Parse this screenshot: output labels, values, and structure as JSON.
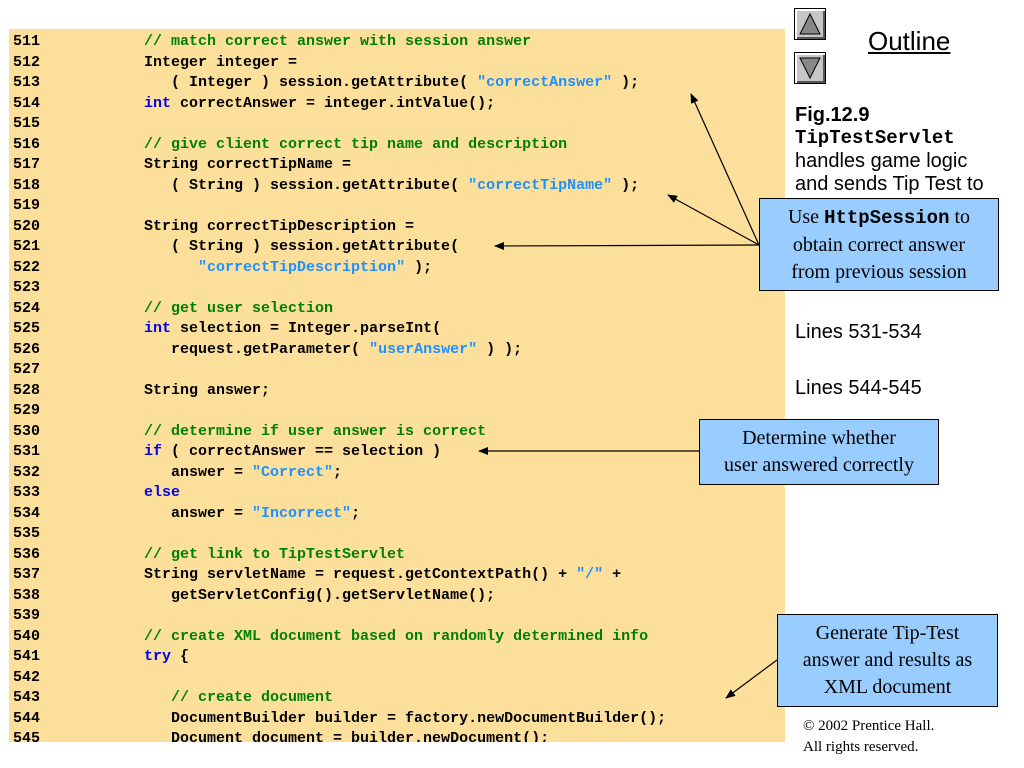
{
  "code_lines": [
    {
      "num": "511",
      "parts": [
        {
          "t": "         "
        },
        {
          "c": "cm",
          "t": "// match correct answer with session answer"
        }
      ]
    },
    {
      "num": "512",
      "parts": [
        {
          "t": "         Integer integer ="
        }
      ]
    },
    {
      "num": "513",
      "parts": [
        {
          "t": "            ( Integer ) session.getAttribute( "
        },
        {
          "c": "st",
          "t": "\"correctAnswer\""
        },
        {
          "t": " );"
        }
      ]
    },
    {
      "num": "514",
      "parts": [
        {
          "t": "         "
        },
        {
          "c": "kw",
          "t": "int"
        },
        {
          "t": " correctAnswer = integer.intValue();"
        }
      ]
    },
    {
      "num": "515",
      "parts": []
    },
    {
      "num": "516",
      "parts": [
        {
          "t": "         "
        },
        {
          "c": "cm",
          "t": "// give client correct tip name and description"
        }
      ]
    },
    {
      "num": "517",
      "parts": [
        {
          "t": "         String correctTipName ="
        }
      ]
    },
    {
      "num": "518",
      "parts": [
        {
          "t": "            ( String ) session.getAttribute( "
        },
        {
          "c": "st",
          "t": "\"correctTipName\""
        },
        {
          "t": " );"
        }
      ]
    },
    {
      "num": "519",
      "parts": []
    },
    {
      "num": "520",
      "parts": [
        {
          "t": "         String correctTipDescription ="
        }
      ]
    },
    {
      "num": "521",
      "parts": [
        {
          "t": "            ( String ) session.getAttribute("
        }
      ]
    },
    {
      "num": "522",
      "parts": [
        {
          "t": "               "
        },
        {
          "c": "st",
          "t": "\"correctTipDescription\""
        },
        {
          "t": " );"
        }
      ]
    },
    {
      "num": "523",
      "parts": []
    },
    {
      "num": "524",
      "parts": [
        {
          "t": "         "
        },
        {
          "c": "cm",
          "t": "// get user selection"
        }
      ]
    },
    {
      "num": "525",
      "parts": [
        {
          "t": "         "
        },
        {
          "c": "kw",
          "t": "int"
        },
        {
          "t": " selection = Integer.parseInt("
        }
      ]
    },
    {
      "num": "526",
      "parts": [
        {
          "t": "            request.getParameter( "
        },
        {
          "c": "st",
          "t": "\"userAnswer\""
        },
        {
          "t": " ) );"
        }
      ]
    },
    {
      "num": "527",
      "parts": []
    },
    {
      "num": "528",
      "parts": [
        {
          "t": "         String answer;"
        }
      ]
    },
    {
      "num": "529",
      "parts": []
    },
    {
      "num": "530",
      "parts": [
        {
          "t": "         "
        },
        {
          "c": "cm",
          "t": "// determine if user answer is correct"
        }
      ]
    },
    {
      "num": "531",
      "parts": [
        {
          "t": "         "
        },
        {
          "c": "kw",
          "t": "if"
        },
        {
          "t": " ( correctAnswer == selection )"
        }
      ]
    },
    {
      "num": "532",
      "parts": [
        {
          "t": "            answer = "
        },
        {
          "c": "st",
          "t": "\"Correct\""
        },
        {
          "t": ";"
        }
      ]
    },
    {
      "num": "533",
      "parts": [
        {
          "t": "         "
        },
        {
          "c": "kw",
          "t": "else"
        }
      ]
    },
    {
      "num": "534",
      "parts": [
        {
          "t": "            answer = "
        },
        {
          "c": "st",
          "t": "\"Incorrect\""
        },
        {
          "t": ";"
        }
      ]
    },
    {
      "num": "535",
      "parts": []
    },
    {
      "num": "536",
      "parts": [
        {
          "t": "         "
        },
        {
          "c": "cm",
          "t": "// get link to TipTestServlet"
        }
      ]
    },
    {
      "num": "537",
      "parts": [
        {
          "t": "         String servletName = request.getContextPath() + "
        },
        {
          "c": "st",
          "t": "\"/\""
        },
        {
          "t": " +"
        }
      ]
    },
    {
      "num": "538",
      "parts": [
        {
          "t": "            getServletConfig().getServletName();"
        }
      ]
    },
    {
      "num": "539",
      "parts": []
    },
    {
      "num": "540",
      "parts": [
        {
          "t": "         "
        },
        {
          "c": "cm",
          "t": "// create XML document based on randomly determined info"
        }
      ]
    },
    {
      "num": "541",
      "parts": [
        {
          "t": "         "
        },
        {
          "c": "kw",
          "t": "try"
        },
        {
          "t": " {"
        }
      ]
    },
    {
      "num": "542",
      "parts": []
    },
    {
      "num": "543",
      "parts": [
        {
          "t": "            "
        },
        {
          "c": "cm",
          "t": "// create document"
        }
      ]
    },
    {
      "num": "544",
      "parts": [
        {
          "t": "            DocumentBuilder builder = factory.newDocumentBuilder();"
        }
      ]
    },
    {
      "num": "545",
      "parts": [
        {
          "t": "            Document document = builder.newDocument();"
        }
      ]
    }
  ],
  "sidebar": {
    "outline_title": "Outline",
    "nav_up_icon": "triangle-up-icon",
    "nav_down_icon": "triangle-down-icon",
    "fig_label": "Fig.12.9",
    "fig_class": "TipTestServlet",
    "fig_desc_1": "handles game logic",
    "fig_desc_2": "and sends Tip Test to",
    "lines_1": "Lines 531-534",
    "lines_2": "Lines 544-545",
    "copyright_1": "© 2002 Prentice Hall.",
    "copyright_2": "All rights reserved."
  },
  "callouts": {
    "session_pre": "Use ",
    "session_code": "HttpSession",
    "session_post": " to",
    "session_line2": "obtain correct answer",
    "session_line3": "from previous session",
    "correct_line1": "Determine whether",
    "correct_line2": "user answered correctly",
    "xml_line1": "Generate Tip-Test",
    "xml_line2": "answer and results as",
    "xml_line3": "XML document"
  },
  "colors": {
    "code_background": "#fddf9c",
    "comment": "#008000",
    "keyword": "#0000ee",
    "string": "#1e90ff",
    "callout_background": "#99ccff"
  }
}
